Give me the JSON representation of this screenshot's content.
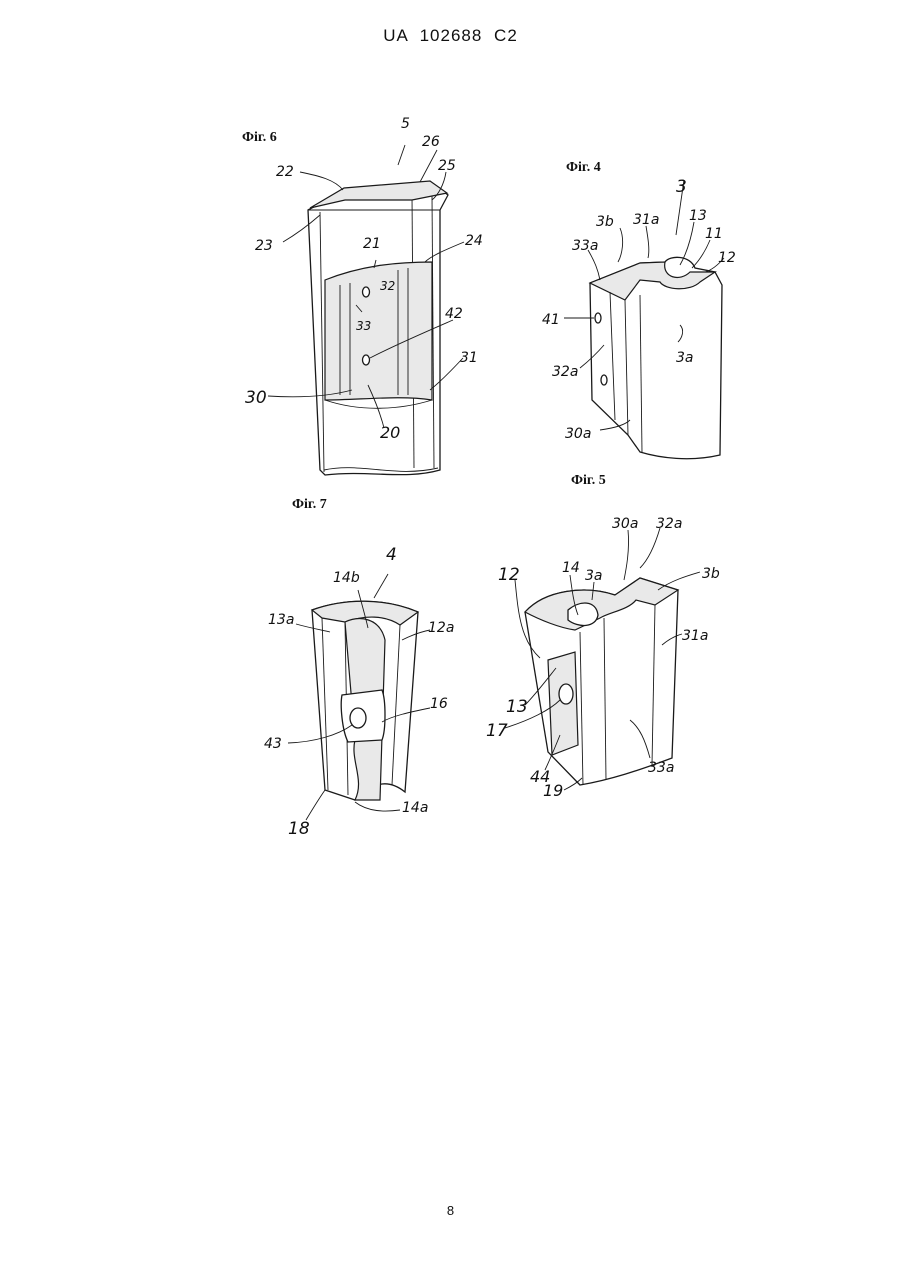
{
  "header": {
    "doc_id": "UA   102688   C2"
  },
  "page_number": "8",
  "figures": {
    "fig6": {
      "caption": "Фіг. 6",
      "labels": [
        "5",
        "26",
        "22",
        "25",
        "23",
        "21",
        "24",
        "32",
        "33",
        "42",
        "31",
        "30",
        "20"
      ]
    },
    "fig4": {
      "caption": "Фіг. 4",
      "labels": [
        "3",
        "3b",
        "31a",
        "13",
        "11",
        "33a",
        "12",
        "41",
        "3a",
        "32a",
        "30a"
      ]
    },
    "fig7": {
      "caption": "Фіг. 7",
      "labels": [
        "4",
        "14b",
        "13a",
        "12a",
        "16",
        "43",
        "18",
        "14a"
      ]
    },
    "fig5": {
      "caption": "Фіг. 5",
      "labels": [
        "30a",
        "32a",
        "12",
        "14",
        "3a",
        "3b",
        "31a",
        "13",
        "17",
        "44",
        "33a",
        "19"
      ]
    }
  }
}
